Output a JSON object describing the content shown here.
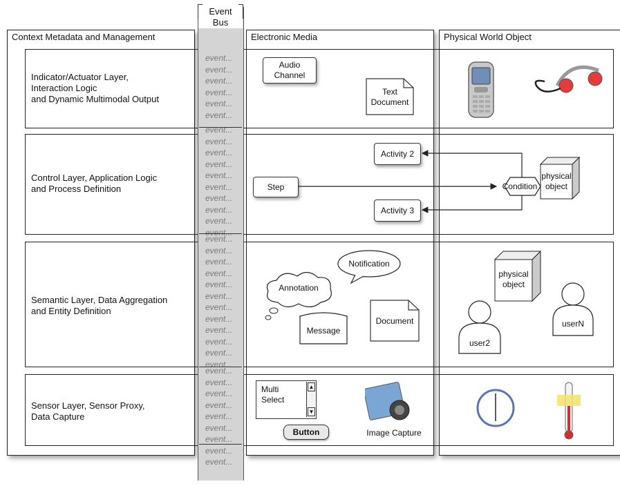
{
  "columns": {
    "context": "Context Metadata and Management",
    "electronic": "Electronic Media",
    "physical": "Physical World Object"
  },
  "event_bus": {
    "title": "Event\nBus",
    "event_label": "event..."
  },
  "layers": {
    "indicator": "Indicator/Actuator Layer,\nInteraction Logic\nand Dynamic Multimodal Output",
    "control": "Control Layer, Application Logic\nand Process Definition",
    "semantic": "Semantic Layer, Data Aggregation\nand Entity Definition",
    "sensor": "Sensor Layer, Sensor Proxy,\nData Capture"
  },
  "indicator_items": {
    "audio_channel": "Audio\nChannel",
    "text_document": "Text\nDocument",
    "phone_icon": "mobile-phone-icon",
    "headphones_icon": "headphones-icon"
  },
  "control_items": {
    "activity2": "Activity 2",
    "activity3": "Activity 3",
    "step": "Step",
    "condition": "Condition",
    "physical_object": "physical\nobject"
  },
  "semantic_items": {
    "notification": "Notification",
    "annotation": "Annotation",
    "message": "Message",
    "document": "Document",
    "physical_object": "physical\nobject",
    "user2": "user2",
    "userN": "userN"
  },
  "sensor_items": {
    "multi_select": "Multi\nSelect",
    "button": "Button",
    "image_capture": "Image Capture",
    "clock_icon": "clock-icon",
    "thermometer_icon": "thermometer-icon"
  }
}
